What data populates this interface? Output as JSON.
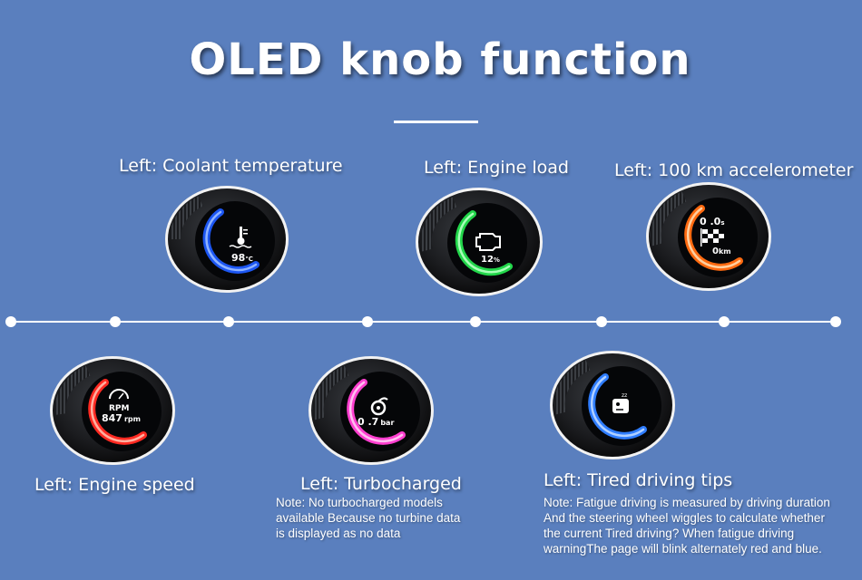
{
  "page": {
    "title": "OLED knob function"
  },
  "items": [
    {
      "label": "Left: Coolant temperature",
      "display_value": "98",
      "display_unit": "℃",
      "icon": "coolant-temperature-icon",
      "color": "#1e5bff"
    },
    {
      "label": "Left: Engine load",
      "display_value": "12",
      "display_unit": "%",
      "icon": "check-engine-icon",
      "color": "#22d64a"
    },
    {
      "label": "Left: 100 km accelerometer",
      "display_value_top": "0 .0",
      "display_unit_top": "s",
      "display_value": "0",
      "display_unit": "km",
      "icon": "checkered-flag-icon",
      "color": "#ff6a10"
    },
    {
      "label": "Left: Engine speed",
      "display_title": "RPM",
      "display_value": "847",
      "display_unit": "rpm",
      "icon": "tachometer-icon",
      "color": "#ff2a22"
    },
    {
      "label": "Left: Turbocharged",
      "display_value": "0 .7",
      "display_unit": "bar",
      "icon": "turbo-icon",
      "color": "#ff3fd0",
      "note": "Note: No turbocharged models\navailable Because no turbine data\nis displayed as no data"
    },
    {
      "label": "Left: Tired driving tips",
      "icon": "tired-driver-icon",
      "color": "#2f7dff",
      "note": "Note: Fatigue driving is measured by driving duration\nAnd the steering wheel wiggles to calculate whether\nthe current    Tired driving? When fatigue driving\nwarningThe page will  blink alternately red and blue."
    }
  ]
}
